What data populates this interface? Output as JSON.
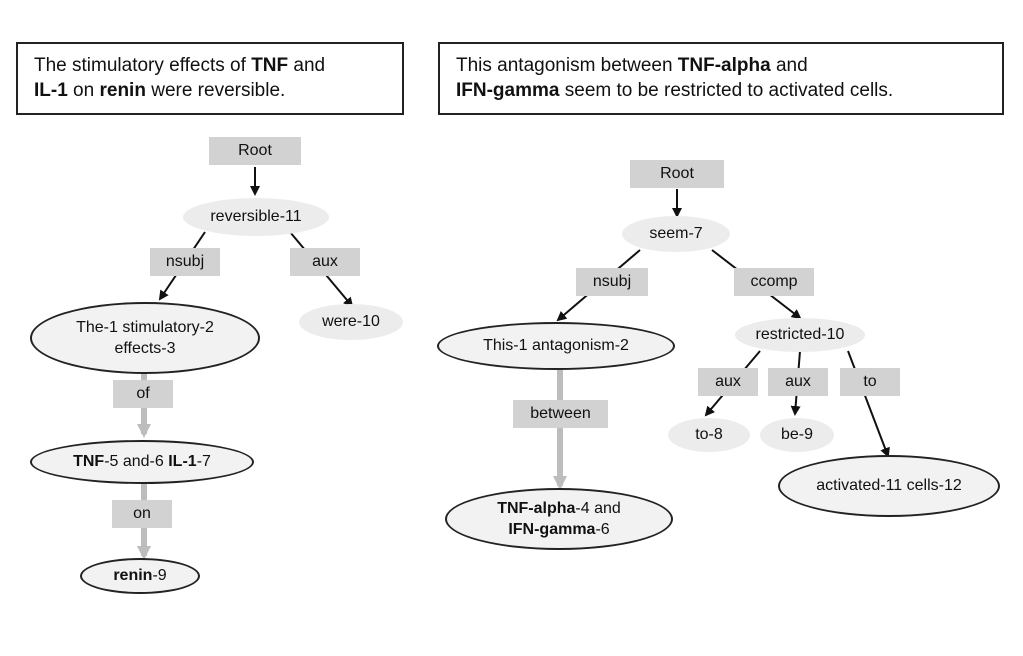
{
  "left": {
    "sentence": {
      "p1": "The stimulatory effects of ",
      "b1": "TNF",
      "p2": " and",
      "b2": "IL-1",
      "p3": " on ",
      "b3": "renin",
      "p4": " were reversible."
    },
    "root_label": "Root",
    "nodes": {
      "reversible": "reversible-11",
      "the_effects_line1": "The-1 stimulatory-2",
      "the_effects_line2": "effects-3",
      "were": "were-10",
      "tnf_b": "TNF",
      "tnf_rest": "-5 and-6 ",
      "il1_b": "IL-1",
      "il1_rest": "-7",
      "renin_b": "renin",
      "renin_rest": "-9"
    },
    "edges": {
      "nsubj": "nsubj",
      "aux": "aux",
      "of": "of",
      "on": "on"
    }
  },
  "right": {
    "sentence": {
      "p1": "This antagonism between ",
      "b1": "TNF-alpha",
      "p2": " and",
      "b2": "IFN-gamma",
      "p3": " seem to be restricted to activated cells."
    },
    "root_label": "Root",
    "nodes": {
      "seem": "seem-7",
      "this_antagonism": "This-1 antagonism-2",
      "restricted": "restricted-10",
      "to8": "to-8",
      "be9": "be-9",
      "activated_cells": "activated-11 cells-12",
      "tnfa_b": "TNF-alpha",
      "tnfa_rest": "-4 and",
      "ifng_b": "IFN-gamma",
      "ifng_rest": "-6"
    },
    "edges": {
      "nsubj": "nsubj",
      "ccomp": "ccomp",
      "between": "between",
      "aux1": "aux",
      "aux2": "aux",
      "to": "to"
    }
  }
}
